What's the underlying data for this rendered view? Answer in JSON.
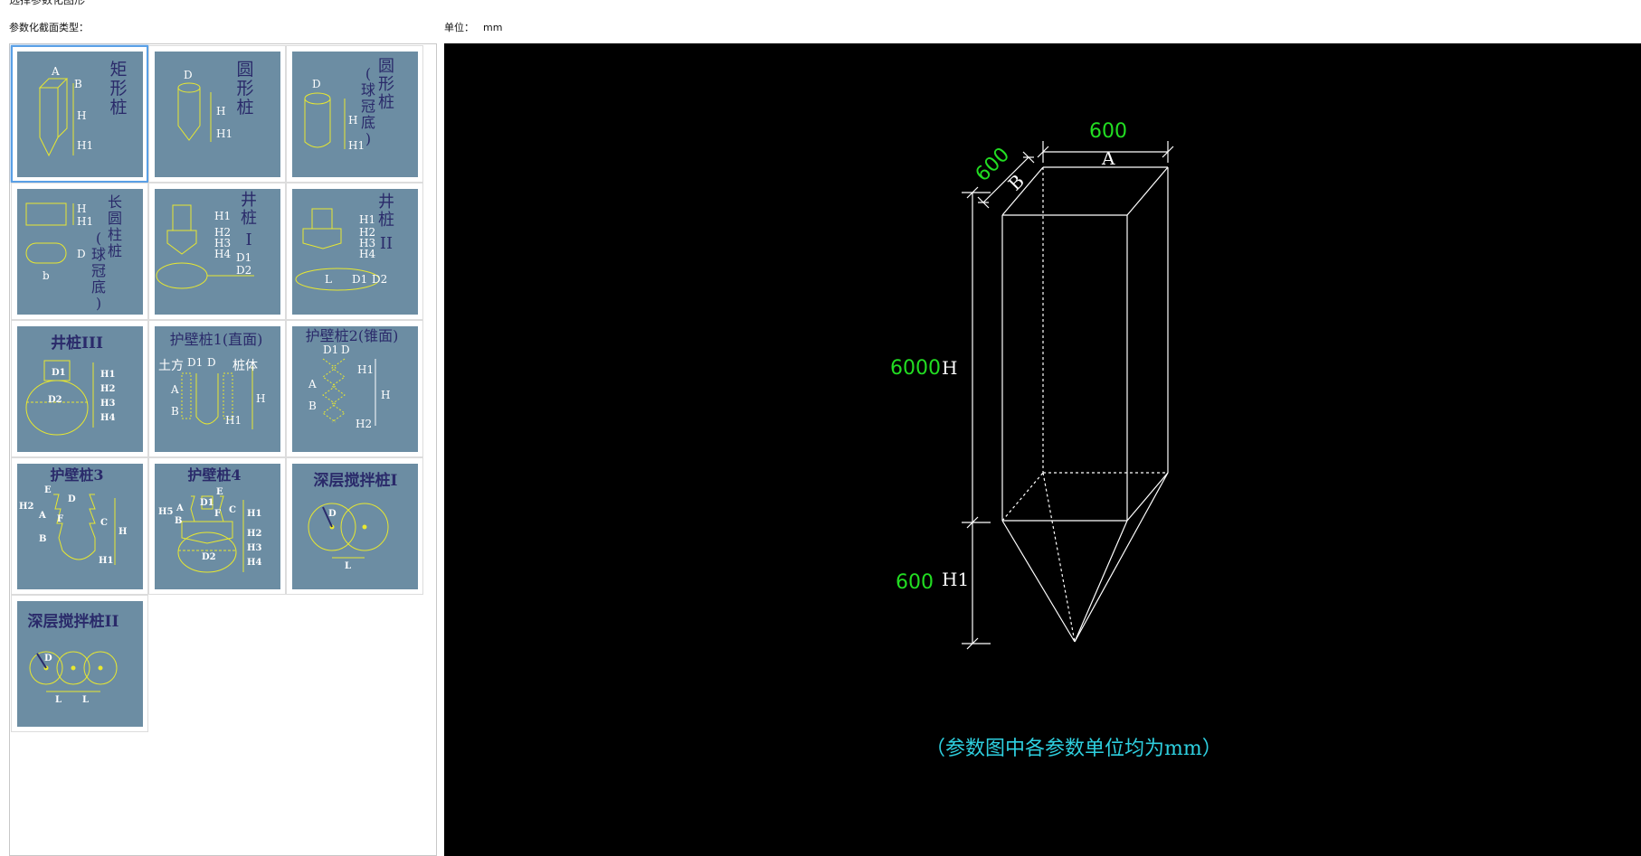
{
  "window_title": "选择参数化图形",
  "section_label": "参数化截面类型：",
  "unit": {
    "label": "单位：",
    "value": "mm"
  },
  "pile_types": [
    {
      "title": "矩形桩",
      "labels": [
        "A",
        "B",
        "H",
        "H1"
      ]
    },
    {
      "title": "圆形桩",
      "labels": [
        "D",
        "H",
        "H1"
      ]
    },
    {
      "title": "圆形桩(球冠底)",
      "labels": [
        "D",
        "H",
        "H1"
      ]
    },
    {
      "title": "长圆柱桩(球冠底)",
      "labels": [
        "H",
        "H1",
        "D",
        "b"
      ]
    },
    {
      "title": "井桩I",
      "labels": [
        "H1",
        "H2",
        "H3",
        "H4",
        "D1",
        "D2"
      ]
    },
    {
      "title": "井桩II",
      "labels": [
        "H1",
        "H2",
        "H3",
        "H4",
        "L",
        "D1",
        "D2"
      ]
    },
    {
      "title": "井桩III",
      "labels": [
        "D1",
        "D2",
        "H1",
        "H2",
        "H3",
        "H4"
      ]
    },
    {
      "title": "护壁桩1(直面)",
      "labels": [
        "土方",
        "D1",
        "D",
        "桩体",
        "A",
        "B",
        "H",
        "H1"
      ]
    },
    {
      "title": "护壁桩2(锥面)",
      "labels": [
        "D1",
        "D",
        "A",
        "B",
        "H1",
        "H",
        "H2"
      ]
    },
    {
      "title": "护壁桩3",
      "labels": [
        "E",
        "D",
        "H2",
        "A",
        "F",
        "B",
        "C",
        "H",
        "H1"
      ]
    },
    {
      "title": "护壁桩4",
      "labels": [
        "E",
        "H5",
        "A",
        "D1",
        "F",
        "C",
        "B",
        "H1",
        "H2",
        "H3",
        "H4",
        "D2"
      ]
    },
    {
      "title": "深层搅拌桩I",
      "labels": [
        "D",
        "L"
      ]
    },
    {
      "title": "深层搅拌桩II",
      "labels": [
        "D",
        "L",
        "L"
      ]
    }
  ],
  "selected_index": 0,
  "drawing": {
    "dim_A_value": "600",
    "dim_A_label": "A",
    "dim_B_value": "600",
    "dim_B_label": "B",
    "dim_H_value": "6000",
    "dim_H_label": "H",
    "dim_H1_value": "600",
    "dim_H1_label": "H1",
    "caption": "（参数图中各参数单位均为mm）",
    "colors": {
      "value": "#22dd22",
      "line": "#ffffff",
      "caption": "#2ed0e0",
      "background": "#000000"
    }
  },
  "thumb_colors": {
    "background": "#6c8da3",
    "line": "#e8e830",
    "text": "#ffffff",
    "title": "#2a2a6a"
  }
}
